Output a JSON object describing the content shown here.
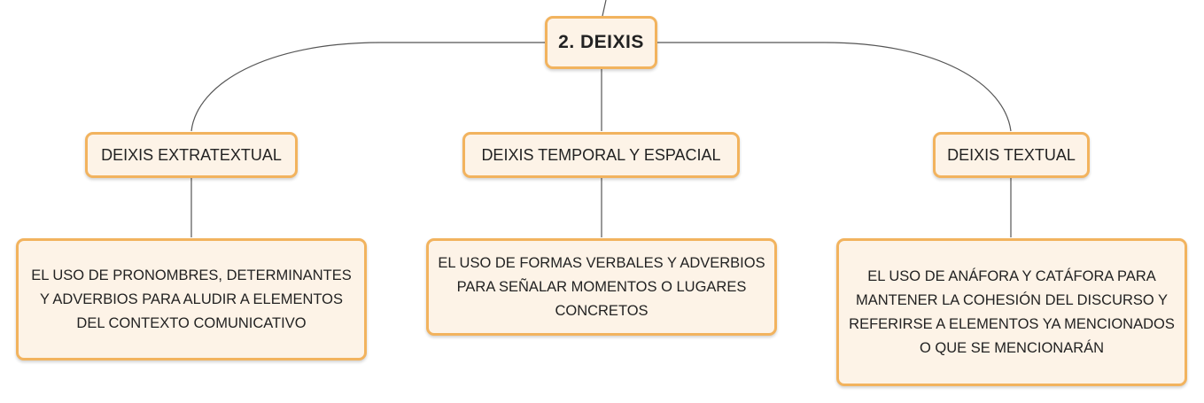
{
  "root": {
    "label": "2. DEIXIS"
  },
  "branches": [
    {
      "label": "DEIXIS EXTRATEXTUAL",
      "description": "EL USO DE PRONOMBRES, DETERMINANTES Y ADVERBIOS PARA ALUDIR A ELEMENTOS DEL CONTEXTO COMUNICATIVO"
    },
    {
      "label": "DEIXIS TEMPORAL Y ESPACIAL",
      "description": "EL USO DE FORMAS VERBALES Y ADVERBIOS PARA SEÑALAR MOMENTOS O LUGARES CONCRETOS"
    },
    {
      "label": "DEIXIS TEXTUAL",
      "description": "EL USO DE ANÁFORA Y CATÁFORA PARA MANTENER LA COHESIÓN DEL DISCURSO Y REFERIRSE A ELEMENTOS YA MENCIONADOS O QUE SE MENCIONARÁN"
    }
  ],
  "colors": {
    "node_fill": "#fdf3e7",
    "node_border": "#f2b35e",
    "connector": "#555555"
  }
}
